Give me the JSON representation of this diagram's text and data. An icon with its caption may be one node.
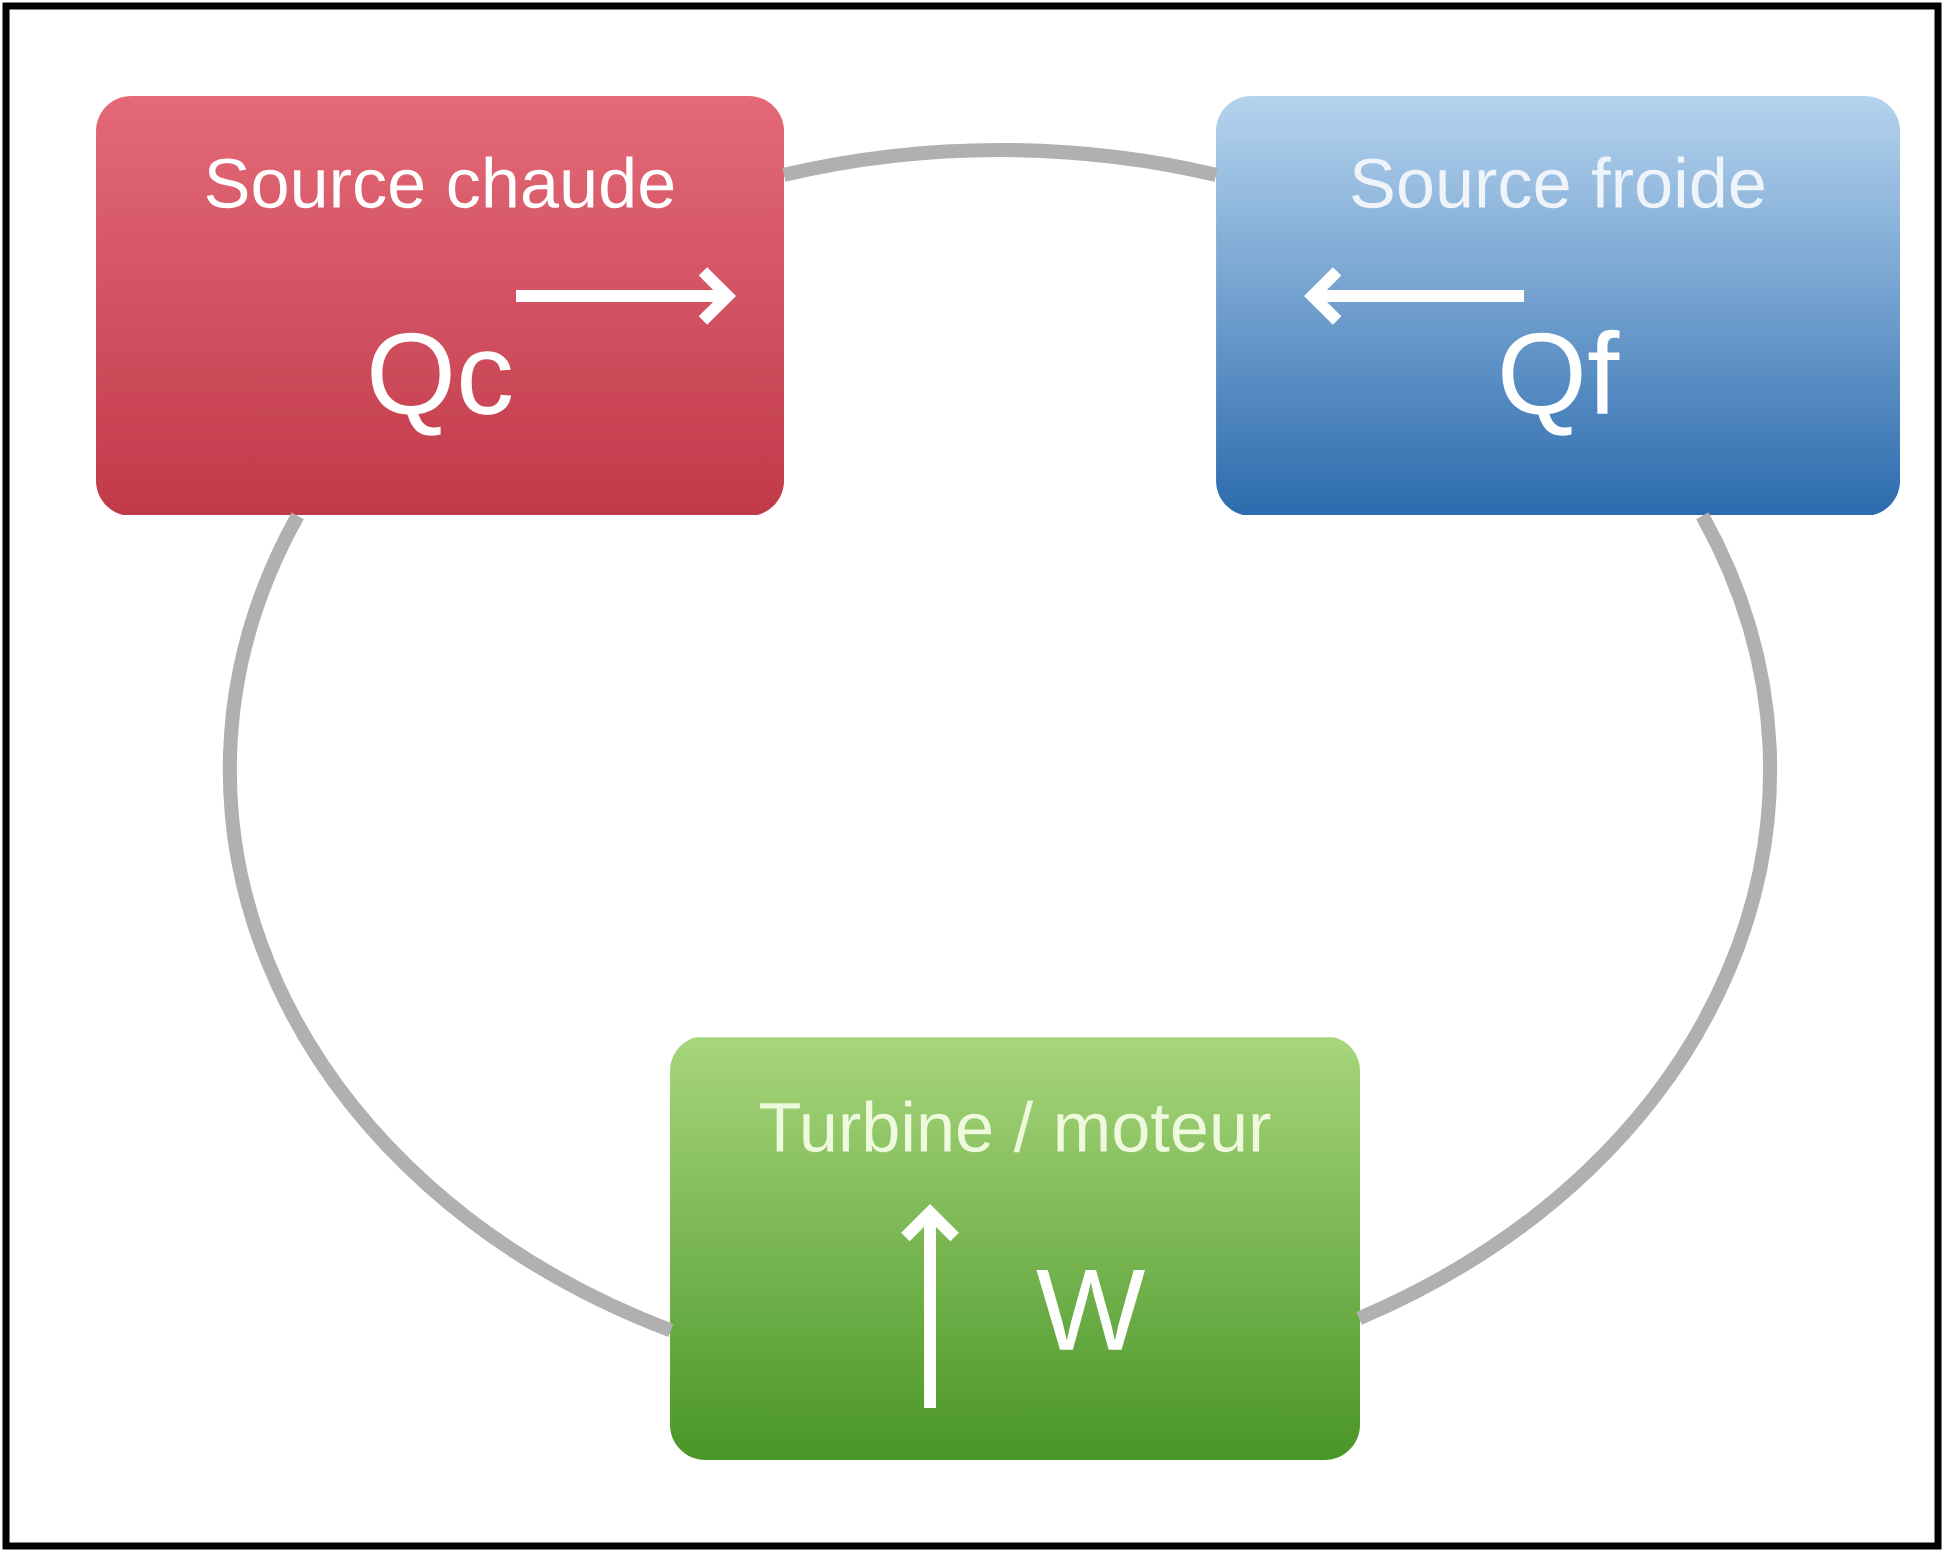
{
  "diagram": {
    "nodes": [
      {
        "text": [
          "Source chaude",
          "Qc"
        ]
      },
      {
        "text": [
          "Source froide",
          "Qf"
        ]
      },
      {
        "text": [
          "Turbine / moteur",
          "W"
        ]
      }
    ],
    "edges": [
      {
        "from": 0,
        "to": 1,
        "arrow": "none"
      },
      {
        "from": 1,
        "to": 2,
        "arrow": "none"
      },
      {
        "from": 2,
        "to": 0,
        "arrow": "none"
      }
    ]
  }
}
